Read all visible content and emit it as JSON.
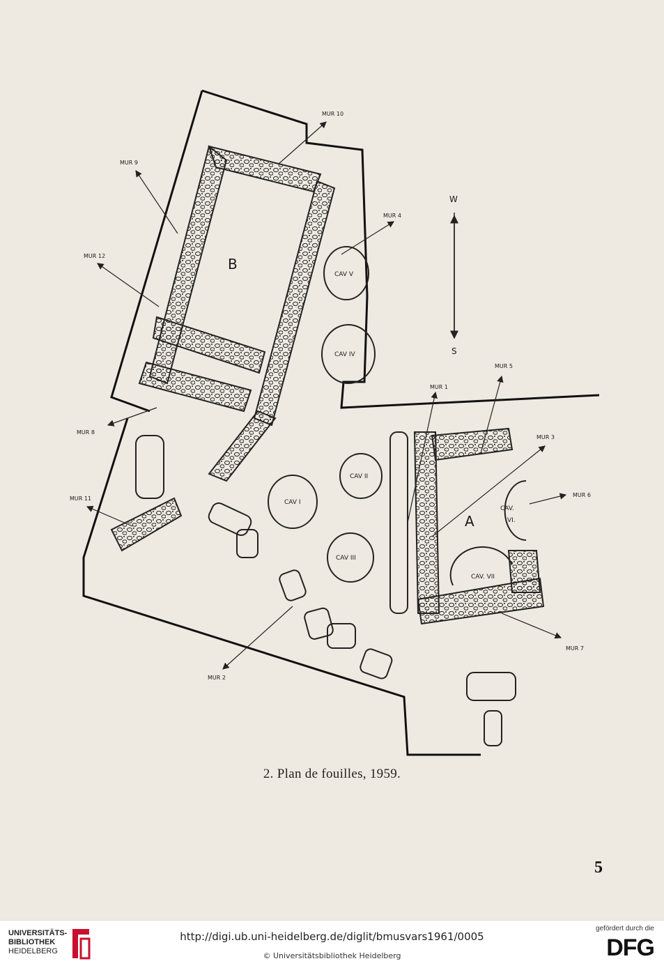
{
  "plan": {
    "labels": {
      "mur10": "MUR 10",
      "mur9": "MUR 9",
      "mur12": "MUR 12",
      "mur4": "MUR 4",
      "mur8": "MUR 8",
      "mur11": "MUR 11",
      "mur1": "MUR 1",
      "mur5": "MUR 5",
      "mur3": "MUR 3",
      "mur6": "MUR 6",
      "mur7": "MUR 7",
      "mur2": "MUR 2",
      "roomB": "B",
      "roomA": "A",
      "cav1": "CAV I",
      "cav2": "CAV II",
      "cav3": "CAV III",
      "cav4": "CAV IV",
      "cav5": "CAV V",
      "cav6a": "CAV.",
      "cav6b": "VI.",
      "cav7": "CAV. VII",
      "north": "W",
      "south": "S"
    }
  },
  "caption": "2. Plan de fouilles, 1959.",
  "page_number": "5",
  "footer": {
    "library_line1": "UNIVERSITÄTS-",
    "library_line2": "BIBLIOTHEK",
    "library_line3": "HEIDELBERG",
    "url": "http://digi.ub.uni-heidelberg.de/diglit/bmusvars1961/0005",
    "copyright": "© Universitätsbibliothek Heidelberg",
    "funder_note": "gefördert durch die",
    "funder": "DFG"
  }
}
